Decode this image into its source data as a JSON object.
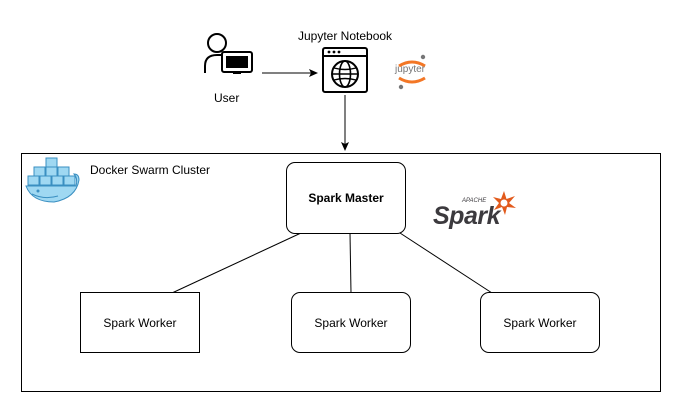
{
  "user": {
    "label": "User"
  },
  "notebook": {
    "label": "Jupyter Notebook",
    "logo_text": "jupyter"
  },
  "cluster": {
    "label": "Docker Swarm Cluster"
  },
  "master": {
    "label": "Spark Master"
  },
  "spark_logo": {
    "apache": "APACHE",
    "name": "Spark"
  },
  "workers": [
    {
      "label": "Spark Worker"
    },
    {
      "label": "Spark Worker"
    },
    {
      "label": "Spark Worker"
    }
  ],
  "colors": {
    "stroke": "#000000",
    "jupyter_orange": "#f37726",
    "jupyter_gray": "#767677",
    "spark_orange": "#e25a1c",
    "spark_text": "#3c3a3e",
    "docker_blue": "#9fd8f2",
    "docker_dark": "#3a8fc1"
  },
  "icons": [
    "user-computer-icon",
    "globe-window-icon",
    "jupyter-logo-icon",
    "docker-logo-icon",
    "spark-logo-icon"
  ]
}
